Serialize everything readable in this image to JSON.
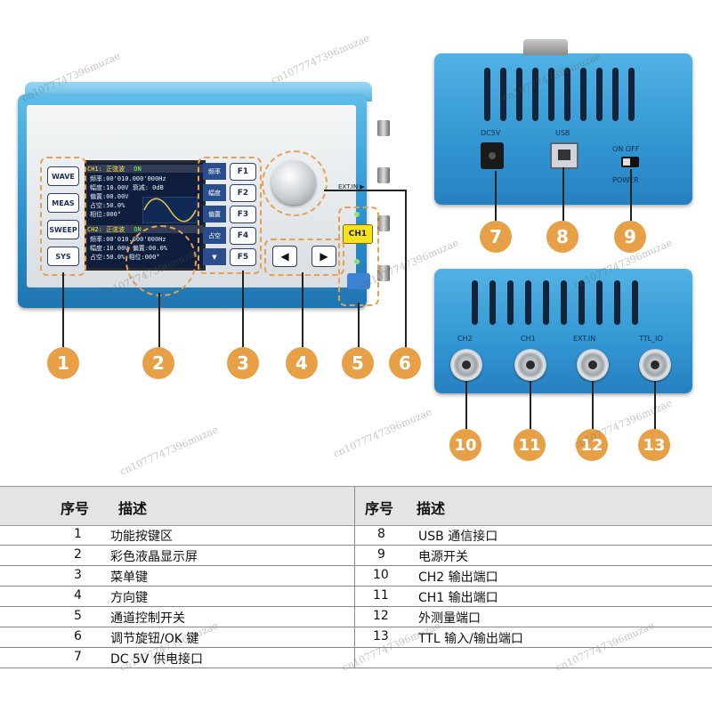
{
  "front": {
    "hard_keys": [
      "WAVE",
      "MEAS",
      "SWEEP",
      "SYS"
    ],
    "screen": {
      "ch1_header": "CH1: 正弦波",
      "ch1_state": "ON",
      "lines": [
        "频率:00'010.000'000Hz",
        "幅度:10.00V 衰减: 0dB",
        "偏置:00.00V",
        "占空:50.0%",
        "相位:000°"
      ],
      "ch2_header": "CH2: 正弦波",
      "ch2_state": "ON",
      "ch2_lines": [
        "频率:00'010.000'000Hz",
        "幅度:10.00V 偏置:00.0%",
        "占空:50.0% 相位:000°"
      ]
    },
    "soft_labels": [
      "频率",
      "幅度",
      "偏置",
      "占空",
      "▼"
    ],
    "f_keys": [
      "F1",
      "F2",
      "F3",
      "F4",
      "F5"
    ],
    "arrows": [
      "◀",
      "▶"
    ],
    "ext_in_label": "EXT.IN ▶",
    "ch1_button": "CH1"
  },
  "back_top": {
    "dc_label": "DC5V",
    "usb_label": "USB",
    "switch_label": "ON  OFF",
    "power_label": "POWER"
  },
  "back_bottom": {
    "labels": [
      "CH2",
      "CH1",
      "EXT.IN",
      "TTL_IO"
    ]
  },
  "callouts": [
    "1",
    "2",
    "3",
    "4",
    "5",
    "6",
    "7",
    "8",
    "9",
    "10",
    "11",
    "12",
    "13"
  ],
  "watermark": "cn1077747396muzae",
  "table": {
    "headers": {
      "left_no": "序号",
      "left_desc": "描述",
      "right_no": "序号",
      "right_desc": "描述"
    },
    "left_rows": [
      {
        "no": "1",
        "desc": "功能按键区"
      },
      {
        "no": "2",
        "desc": "彩色液晶显示屏"
      },
      {
        "no": "3",
        "desc": "菜单键"
      },
      {
        "no": "4",
        "desc": "方向键"
      },
      {
        "no": "5",
        "desc": "通道控制开关"
      },
      {
        "no": "6",
        "desc": "调节旋钮/OK 键"
      },
      {
        "no": "7",
        "desc": "DC 5V  供电接口"
      }
    ],
    "right_rows": [
      {
        "no": "8",
        "desc": "USB  通信接口"
      },
      {
        "no": "9",
        "desc": "电源开关"
      },
      {
        "no": "10",
        "desc": "CH2  输出端口"
      },
      {
        "no": "11",
        "desc": "CH1  输出端口"
      },
      {
        "no": "12",
        "desc": "外测量端口"
      },
      {
        "no": "13",
        "desc": "TTL 输入/输出端口"
      }
    ]
  }
}
